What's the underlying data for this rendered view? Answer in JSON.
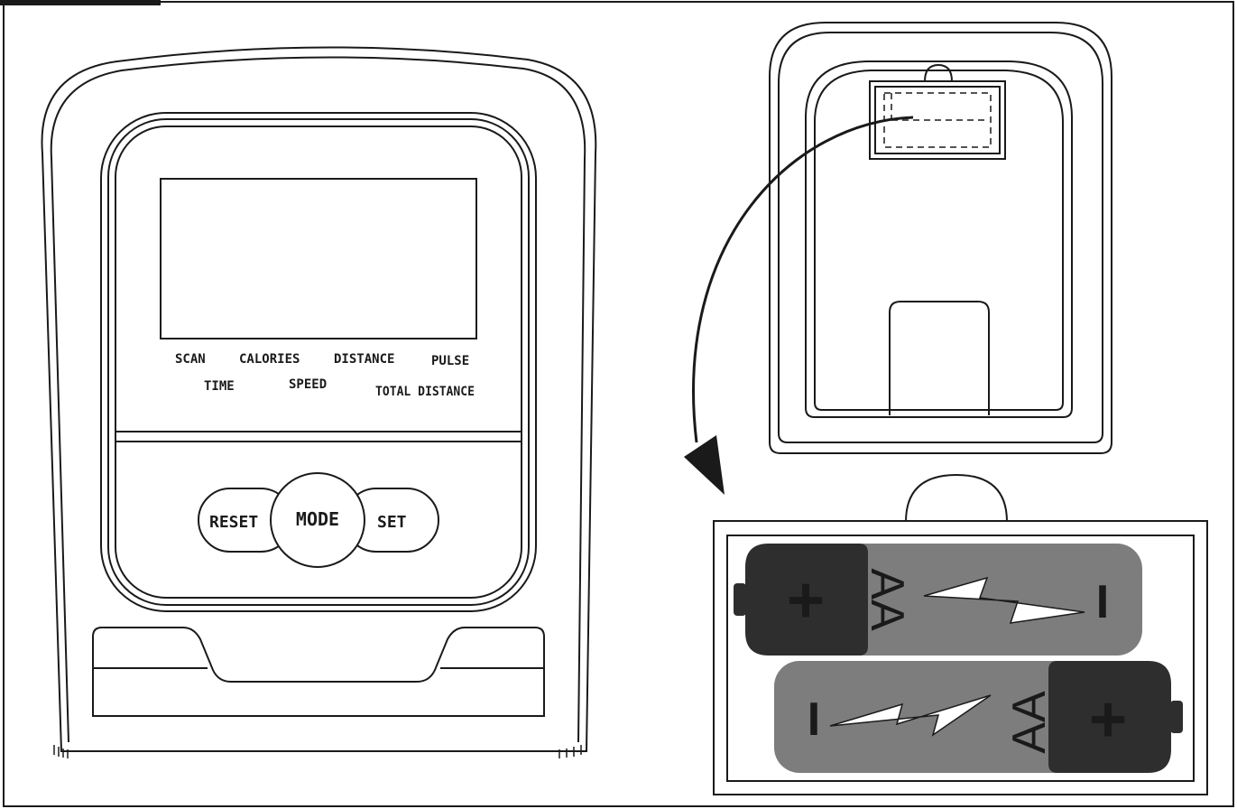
{
  "console": {
    "labels": {
      "scan": "SCAN",
      "calories": "CALORIES",
      "distance": "DISTANCE",
      "pulse": "PULSE",
      "time": "TIME",
      "speed": "SPEED",
      "total_distance": "TOTAL DISTANCE"
    },
    "buttons": {
      "reset": "RESET",
      "mode": "MODE",
      "set": "SET"
    }
  },
  "batteries": {
    "top": {
      "type": "AA",
      "plus": "+",
      "minus": "I"
    },
    "bottom": {
      "type": "AA",
      "plus": "+",
      "minus": "I"
    }
  },
  "colors": {
    "line": "#1a1a1a",
    "battery_dark": "#2e2e2e",
    "battery_body": "#7d7d7d",
    "header_tab": "#1a1a1a"
  }
}
